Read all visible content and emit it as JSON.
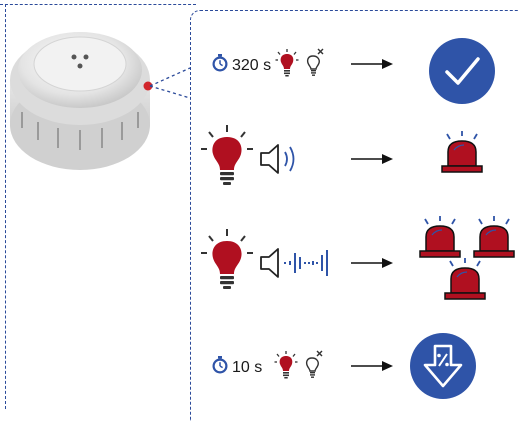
{
  "rows": [
    {
      "timer": "320 s",
      "state": "ok"
    },
    {
      "state": "alarm-single"
    },
    {
      "state": "alarm-multi"
    },
    {
      "timer": "10 s",
      "state": "cooldown"
    }
  ],
  "icons": {
    "stopwatch": "stopwatch-icon",
    "bulb_on": "red-bulb-on-icon",
    "bulb_off": "bulb-off-icon",
    "speaker_single": "speaker-tone-icon",
    "speaker_pulse": "speaker-pulse-icon",
    "arrow": "arrow-right-icon",
    "check": "check-circle-icon",
    "beacon": "alarm-beacon-icon",
    "cooldown": "percent-down-arrow-circle-icon"
  },
  "colors": {
    "accent_blue": "#2f54a8",
    "alarm_red": "#b01020",
    "frame_dashed": "#2b4a9a"
  }
}
